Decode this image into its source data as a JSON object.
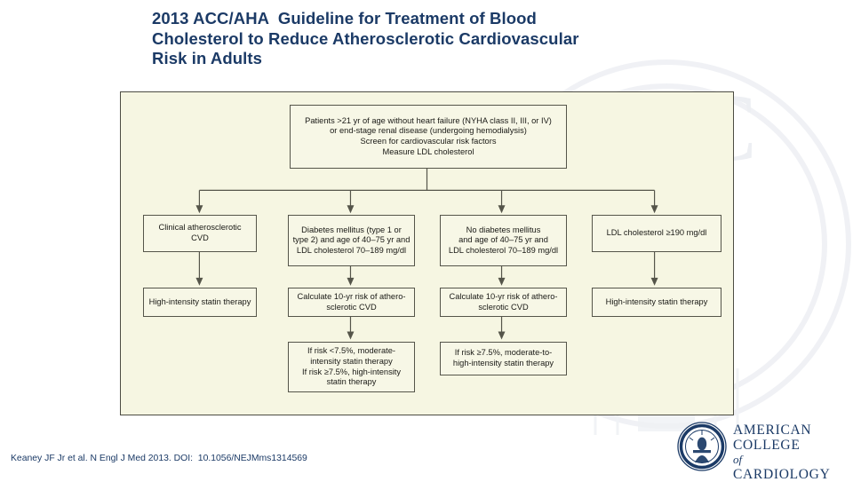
{
  "title": {
    "lines": [
      "2013 ACC/AHA  Guideline for Treatment of Blood",
      "Cholesterol to Reduce Atherosclerotic Cardiovascular",
      "Risk in Adults"
    ],
    "color": "#1b3a66"
  },
  "citation": {
    "text": "Keaney JF Jr et al. N Engl J Med 2013. DOI:  10.1056/NEJMms1314569",
    "color": "#1b3a66"
  },
  "logo": {
    "seal_icon": "acc-seal-icon",
    "line1": "AMERICAN",
    "line2_a": "COLLEGE ",
    "line2_of": "of",
    "line3": "CARDIOLOGY",
    "color": "#1b3a66"
  },
  "flowchart": {
    "panel_background": "#f6f6e2",
    "panel_border": "#4c4c42",
    "node_border": "#55554a",
    "connector_color": "#55554a",
    "nodes": {
      "root": "Patients >21 yr of age without heart failure (NYHA class II, III, or IV)\nor end-stage renal disease (undergoing hemodialysis)\nScreen for cardiovascular risk factors\nMeasure LDL cholesterol",
      "branch1": "Clinical atherosclerotic\nCVD",
      "branch2": "Diabetes mellitus (type 1 or\ntype 2) and age of 40–75 yr and\nLDL cholesterol 70–189 mg/dl",
      "branch3": "No diabetes mellitus\nand age of 40–75 yr and\nLDL cholesterol 70–189 mg/dl",
      "branch4": "LDL cholesterol ≥190 mg/dl",
      "action1": "High-intensity statin therapy",
      "action2": "Calculate 10-yr risk of athero-\nsclerotic CVD",
      "action3": "Calculate 10-yr risk of athero-\nsclerotic CVD",
      "action4": "High-intensity statin therapy",
      "outcome2": "If risk <7.5%, moderate-\nintensity statin therapy\nIf risk ≥7.5%, high-intensity\nstatin therapy",
      "outcome3": "If risk ≥7.5%, moderate-to-\nhigh-intensity statin therapy"
    }
  }
}
